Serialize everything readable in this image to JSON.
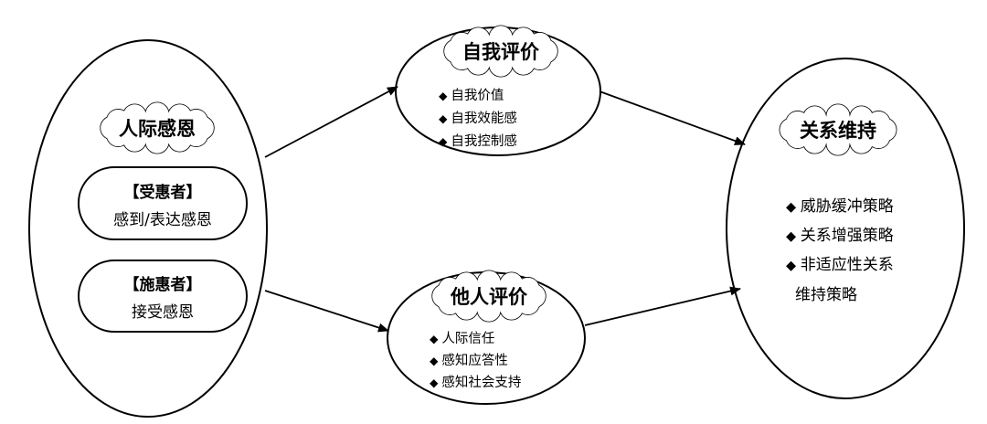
{
  "left": {
    "title": "人际感恩",
    "recipient": {
      "heading": "【受惠者】",
      "text": "感到/表达感恩"
    },
    "benefactor": {
      "heading": "【施惠者】",
      "text": "接受感恩"
    }
  },
  "self_eval": {
    "title": "自我评价",
    "items": [
      "自我价值",
      "自我效能感",
      "自我控制感"
    ]
  },
  "other_eval": {
    "title": "他人评价",
    "items": [
      "人际信任",
      "感知应答性",
      "感知社会支持"
    ]
  },
  "maintenance": {
    "title": "关系维持",
    "items": [
      "威胁缓冲策略",
      "关系增强策略",
      "非适应性关系"
    ],
    "continuation": "维持策略"
  }
}
